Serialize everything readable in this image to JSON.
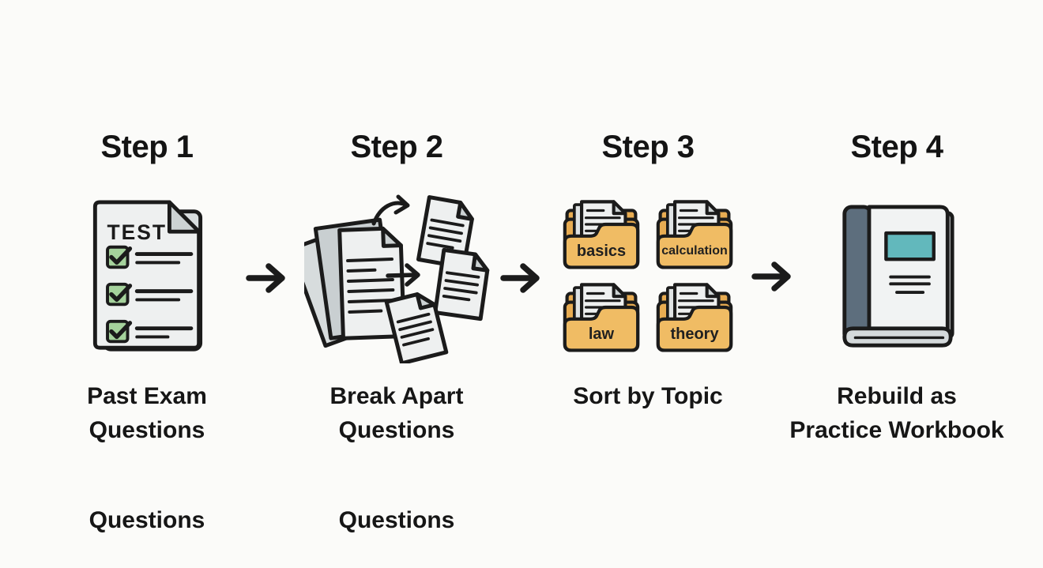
{
  "diagram": {
    "steps": [
      {
        "title": "Step 1",
        "icon": "test-checklist-document",
        "doc_title": "TEST",
        "label_lines": [
          "Past Exam",
          "Questions"
        ]
      },
      {
        "title": "Step 2",
        "icon": "split-pages",
        "label_lines": [
          "Break Apart",
          "Questions"
        ]
      },
      {
        "title": "Step 3",
        "icon": "topic-folders",
        "folders": [
          "basics",
          "calculation",
          "law",
          "theory"
        ],
        "label_lines": [
          "Sort by Topic"
        ]
      },
      {
        "title": "Step 4",
        "icon": "practice-workbook",
        "label_lines": [
          "Rebuild as",
          "Practice Workbook"
        ]
      }
    ],
    "stray_labels": [
      "Questions",
      "Questions"
    ],
    "colors": {
      "background": "#fbfbf9",
      "ink": "#1b1b1b",
      "paper": "#eef0f0",
      "paper_shade": "#ccd2d3",
      "paper_back": "#d7dcdd",
      "check_green": "#a5d29c",
      "folder_front": "#f0bc64",
      "folder_back": "#e8ac52",
      "book_spine": "#5d6e7d",
      "book_teal": "#62b8bc",
      "book_pages": "#d4d9db"
    }
  }
}
